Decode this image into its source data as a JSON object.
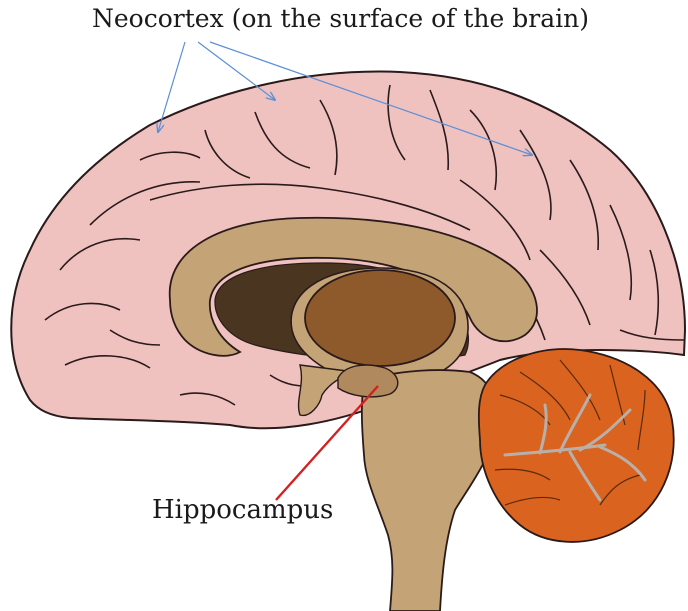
{
  "labels": {
    "neocortex": "Neocortex (on the surface of the brain)",
    "hippocampus": "Hippocampus"
  },
  "colors": {
    "cortex": "#efc2c0",
    "cortex_outline": "#2a1a1a",
    "corpus_callosum": "#c4a476",
    "ventricle": "#4a3620",
    "thalamus": "#8e5a2c",
    "brainstem": "#c4a476",
    "cerebellum": "#d9631f",
    "cerebellum_arbor": "#b8b0a8",
    "neocortex_arrow": "#5b8fd6",
    "hippocampus_line": "#d42020"
  },
  "icons": {
    "neocortex_pointer": "arrow-icon",
    "hippocampus_pointer": "leader-line"
  }
}
